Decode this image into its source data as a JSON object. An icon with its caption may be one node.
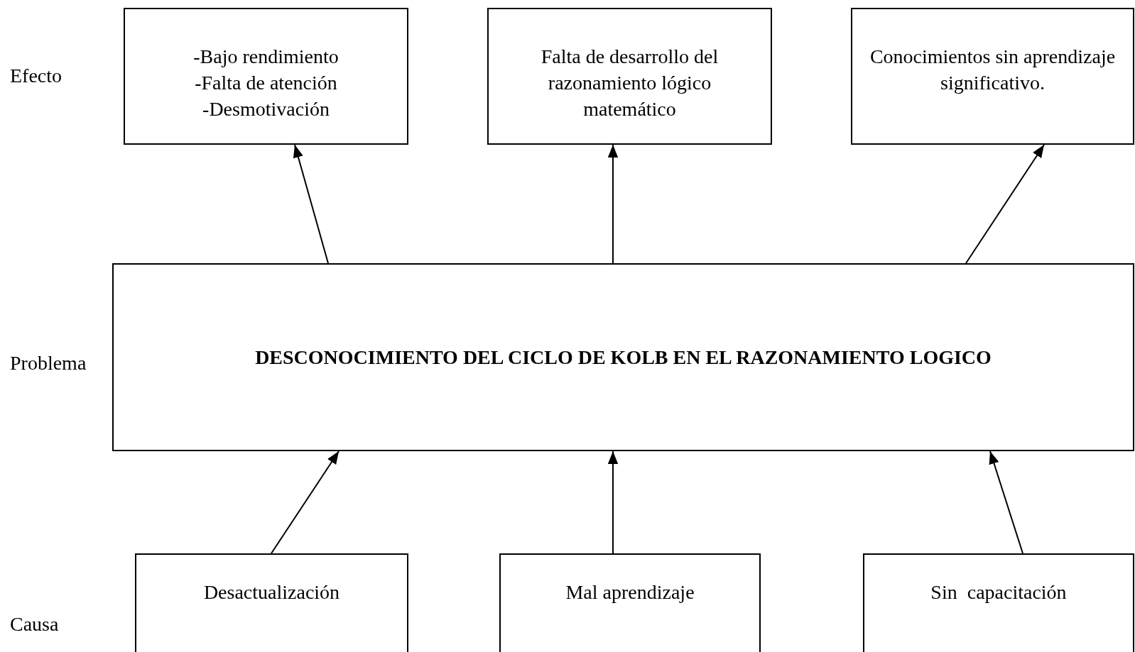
{
  "diagram": {
    "nodes": [
      {
        "text": [
          "-Bajo rendimiento",
          "-Falta de atención",
          "-Desmotivación"
        ]
      },
      {
        "text": [
          "Falta de desarrollo del razonamiento lógico matemático"
        ]
      },
      {
        "text": [
          "Conocimientos sin aprendizaje significativo."
        ]
      },
      {
        "text": [
          "DESCONOCIMIENTO DEL CICLO DE KOLB EN EL RAZONAMIENTO LOGICO"
        ]
      },
      {
        "text": [
          "Desactualización"
        ]
      },
      {
        "text": [
          "Mal aprendizaje"
        ]
      },
      {
        "text": [
          "Sin  capacitación"
        ]
      }
    ],
    "edges": [
      {
        "from": 3,
        "to": 0,
        "arrow": "to"
      },
      {
        "from": 3,
        "to": 1,
        "arrow": "to"
      },
      {
        "from": 3,
        "to": 2,
        "arrow": "to"
      },
      {
        "from": 4,
        "to": 3,
        "arrow": "to"
      },
      {
        "from": 5,
        "to": 3,
        "arrow": "to"
      },
      {
        "from": 6,
        "to": 3,
        "arrow": "to"
      }
    ],
    "labels": [
      "Efecto",
      "Problema",
      "Causa"
    ]
  }
}
